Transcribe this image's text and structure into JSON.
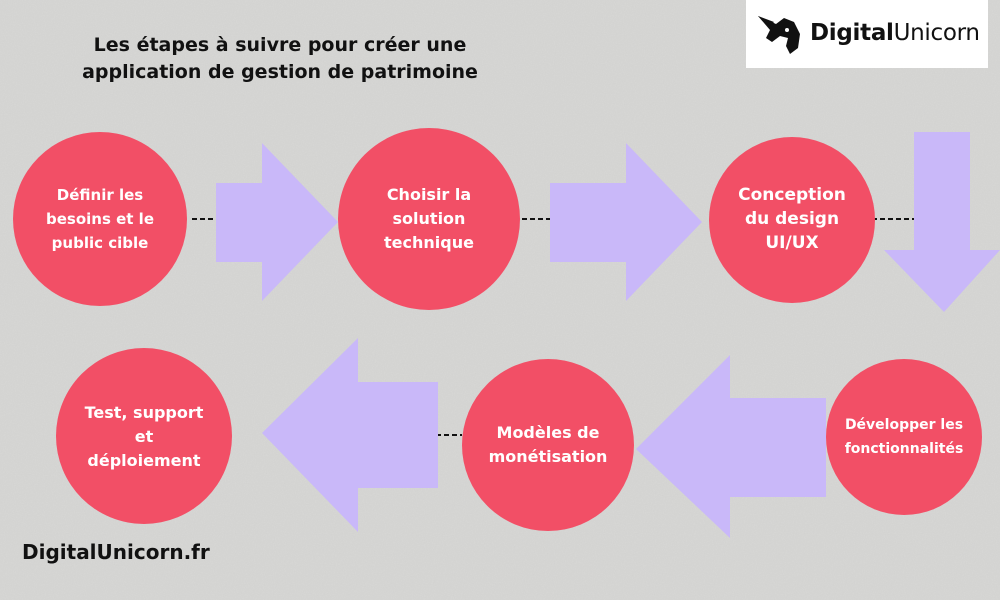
{
  "title": {
    "line1": "Les étapes à suivre pour créer une",
    "line2": "application de gestion de patrimoine"
  },
  "logo": {
    "brand_bold": "Digital",
    "brand_regular": "Unicorn",
    "icon": "unicorn-head-icon"
  },
  "footer": {
    "site": "DigitalUnicorn.fr"
  },
  "colors": {
    "circle": "#f24f66",
    "arrow": "#c9b8f9",
    "connector": "#111111",
    "logo_box": "#ffffff"
  },
  "steps": [
    {
      "label": "Définir les\nbesoins et le\npublic cible"
    },
    {
      "label": "Choisir la\nsolution\ntechnique"
    },
    {
      "label": "Conception\ndu design\nUI/UX"
    },
    {
      "label": "Développer les\nfonctionnalités"
    },
    {
      "label": "Modèles de\nmonétisation"
    },
    {
      "label": "Test, support\net\ndéploiement"
    }
  ]
}
